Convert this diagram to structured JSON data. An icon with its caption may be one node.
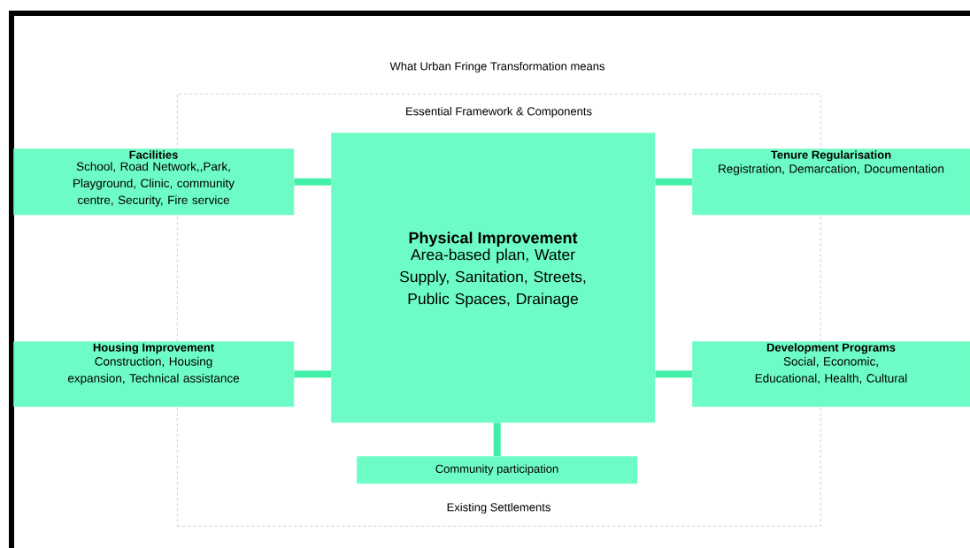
{
  "diagram": {
    "title": "What Urban Fringe Transformation means",
    "nodes": [
      {
        "text": [
          "Essential Framework & Components",
          "Existing Settlements"
        ]
      },
      {
        "text": [
          "Facilities",
          "School, Road Network,,Park, Playground, Clinic, community centre, Security, Fire service"
        ]
      },
      {
        "text": [
          "Physical Improvement",
          "Area-based plan, Water Supply, Sanitation, Streets, Public Spaces, Drainage"
        ],
        "in": 0
      },
      {
        "text": [
          "Tenure Regularisation",
          "Registration, Demarcation, Documentation"
        ]
      },
      {
        "text": [
          "Housing Improvement",
          "Construction, Housing expansion, Technical assistance"
        ]
      },
      {
        "text": [
          "Development Programs",
          "Social, Economic, Educational, Health, Cultural"
        ]
      },
      {
        "text": [
          "Community participation"
        ],
        "in": 0
      }
    ],
    "edges": [
      {
        "from": 2,
        "to": 1,
        "arrow": "none"
      },
      {
        "from": 2,
        "to": 3,
        "arrow": "none"
      },
      {
        "from": 2,
        "to": 4,
        "arrow": "none"
      },
      {
        "from": 2,
        "to": 5,
        "arrow": "none"
      },
      {
        "from": 2,
        "to": 6,
        "arrow": "none"
      }
    ]
  }
}
